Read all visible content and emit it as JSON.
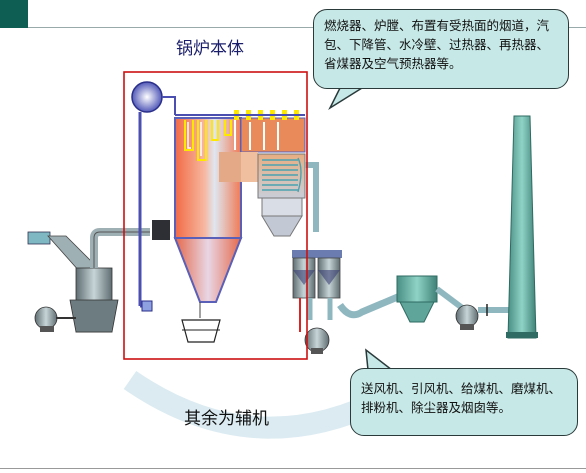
{
  "title_boiler": "锅炉本体",
  "title_auxiliary": "其余为辅机",
  "callout_boiler": "燃烧器、炉膛、布置有受热面的烟道，汽包、下降管、水冷壁、过热器、再热器、省煤器及空气预热器等。",
  "callout_auxiliary": "送风机、引风机、给煤机、磨煤机、排粉机、除尘器及烟囱等。",
  "colors": {
    "accent": "#0f5e54",
    "highlight_box": "#cc1111",
    "callout_fill": "#c6e8e6",
    "furnace_hot": "#f07a55",
    "pipe": "#8fb7c0"
  }
}
